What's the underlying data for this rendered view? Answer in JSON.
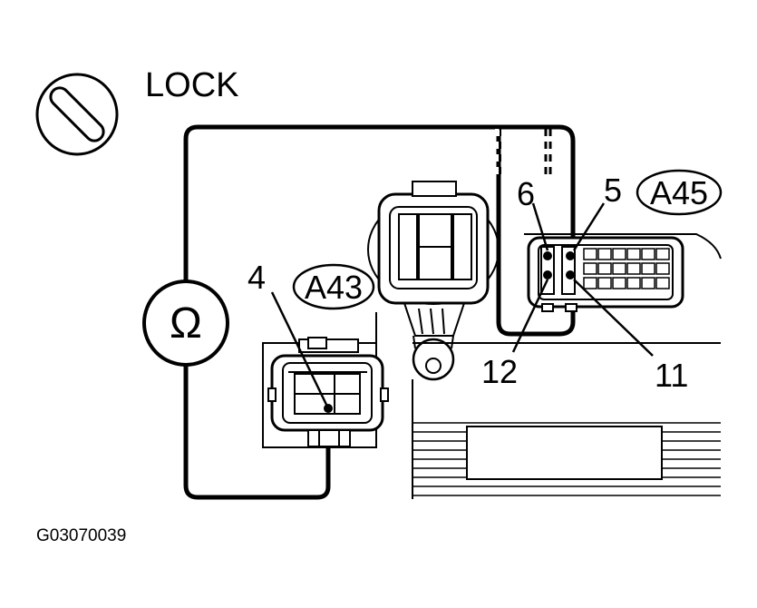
{
  "ignition": {
    "position_label": "LOCK",
    "icon": "ignition-key-lock-icon"
  },
  "meter": {
    "icon": "ohmmeter-icon",
    "symbol": "Ω"
  },
  "connectors": {
    "a43": {
      "code": "A43",
      "pin": "4"
    },
    "a45": {
      "code": "A45",
      "pins": {
        "p6": "6",
        "p5": "5",
        "p12": "12",
        "p11": "11"
      }
    }
  },
  "figure_code": "G03070039"
}
